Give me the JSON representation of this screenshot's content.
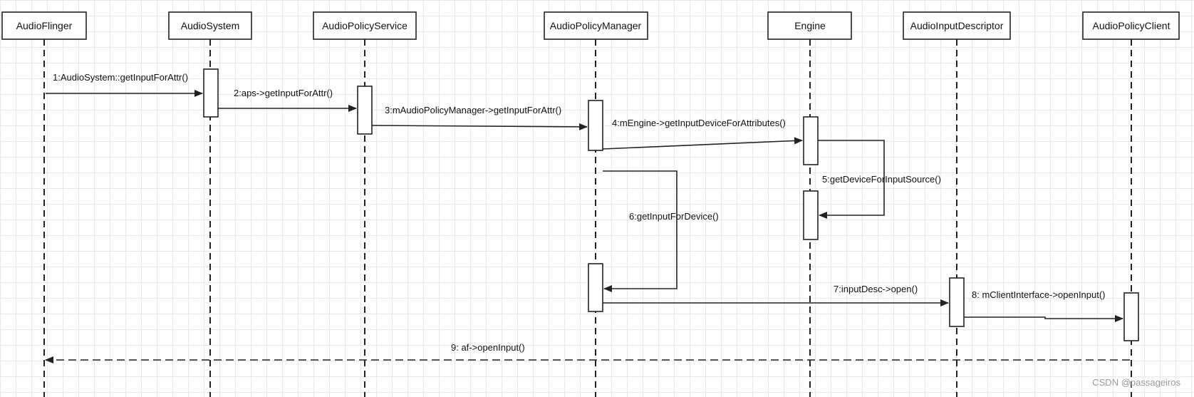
{
  "participants": {
    "p1": "AudioFlinger",
    "p2": "AudioSystem",
    "p3": "AudioPolicyService",
    "p4": "AudioPolicyManager",
    "p5": "Engine",
    "p6": "AudioInputDescriptor",
    "p7": "AudioPolicyClient"
  },
  "messages": {
    "m1": "1:AudioSystem::getInputForAttr()",
    "m2": "2:aps->getInputForAttr()",
    "m3": "3:mAudioPolicyManager->getInputForAttr()",
    "m4": "4:mEngine->getInputDeviceForAttributes()",
    "m5": "5:getDeviceForInputSource()",
    "m6": "6:getInputForDevice()",
    "m7": "7:inputDesc->open()",
    "m8": "8: mClientInterface->openInput()",
    "m9": "9: af->openInput()"
  },
  "watermark": "CSDN @passageiros"
}
